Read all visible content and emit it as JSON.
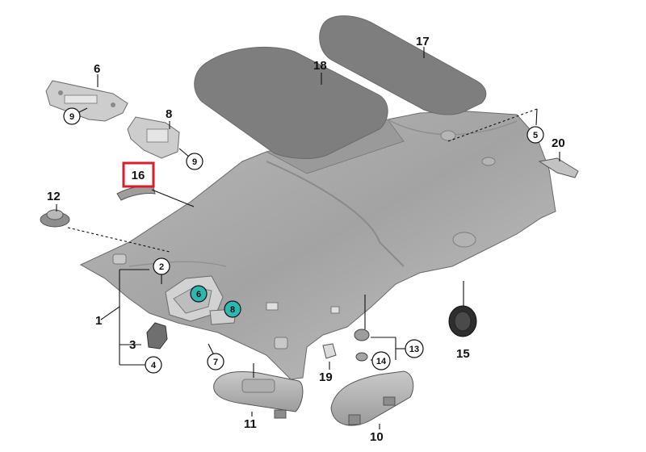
{
  "diagram": {
    "labels": {
      "p1": "1",
      "p2": "2",
      "p3": "3",
      "p4": "4",
      "p5": "5",
      "p6": "6",
      "p6_badge": "6",
      "p7": "7",
      "p8": "8",
      "p8_badge": "8",
      "p9a": "9",
      "p9b": "9",
      "p10": "10",
      "p11": "11",
      "p12": "12",
      "p13": "13",
      "p14": "14",
      "p15": "15",
      "p16": "16",
      "p17": "17",
      "p18": "18",
      "p19": "19",
      "p20": "20"
    },
    "colors": {
      "highlight_box": "#d81e2c",
      "teal_badge": "#2cb7b0",
      "headliner_fill": "#a9a9a9",
      "pad_fill": "#7e7e7e",
      "line": "#111111"
    }
  }
}
